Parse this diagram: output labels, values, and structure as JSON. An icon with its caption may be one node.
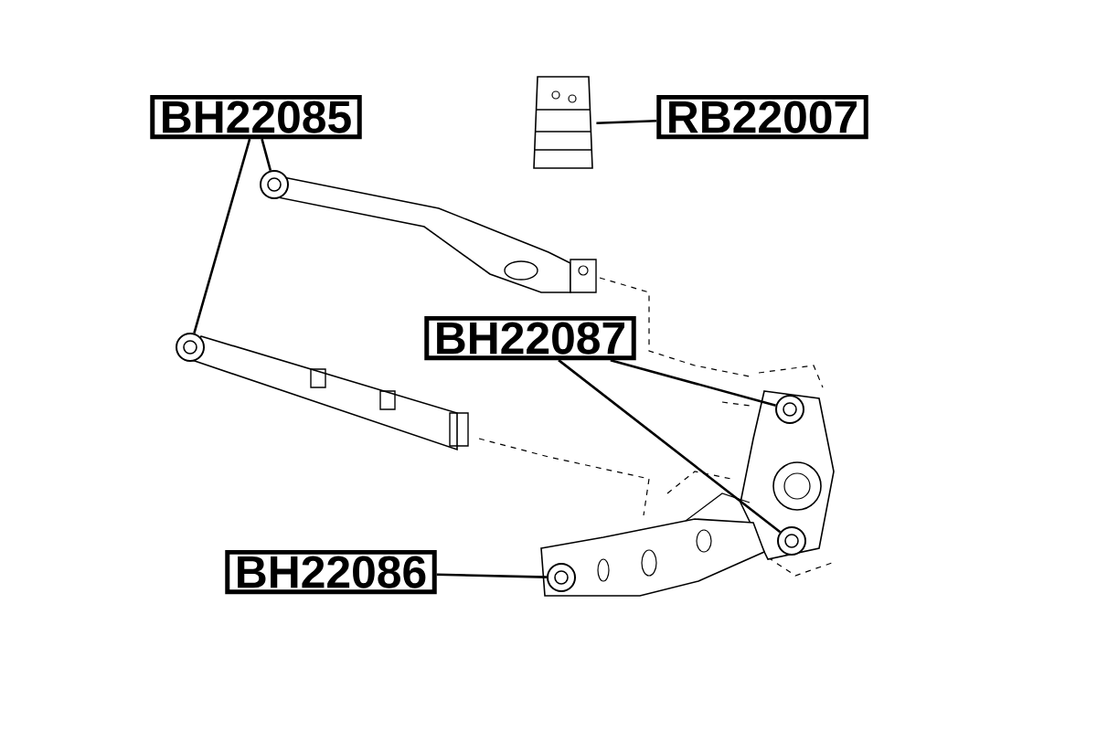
{
  "diagram": {
    "nodes": [
      {
        "text": [
          "BH22085"
        ]
      },
      {
        "text": [
          "RB22007"
        ]
      },
      {
        "text": [
          "BH22087"
        ]
      },
      {
        "text": [
          "BH22086"
        ]
      },
      {
        "text": [],
        "shape": "picture"
      },
      {
        "text": [],
        "shape": "picture"
      },
      {
        "text": [],
        "shape": "picture"
      },
      {
        "text": [],
        "shape": "picture"
      },
      {
        "text": [],
        "shape": "picture"
      },
      {
        "text": [],
        "shape": "picture"
      }
    ],
    "edges": [
      {
        "from": 0,
        "to": 4,
        "arrow": "none"
      },
      {
        "from": 0,
        "to": 5,
        "arrow": "none"
      },
      {
        "from": 1,
        "to": 6,
        "arrow": "none"
      },
      {
        "from": 2,
        "to": 7,
        "arrow": "none"
      },
      {
        "from": 2,
        "to": 8,
        "arrow": "none"
      },
      {
        "from": 3,
        "to": 9,
        "arrow": "none"
      }
    ]
  }
}
